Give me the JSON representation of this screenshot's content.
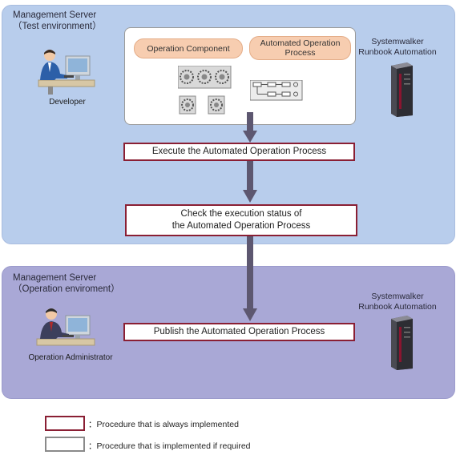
{
  "test_env": {
    "title_line1": "Management Server",
    "title_line2": "（Test environment）",
    "system_line1": "Systemwalker",
    "system_line2": "Runbook Automation",
    "role": "Developer",
    "operation_component": "Operation Component",
    "automated_operation_process_line1": "Automated Operation",
    "automated_operation_process_line2": "Process",
    "step_execute": "Execute the Automated Operation Process",
    "step_check_line1": "Check the execution status of",
    "step_check_line2": "the Automated Operation Process"
  },
  "operation_env": {
    "title_line1": "Management Server",
    "title_line2": "（Operation enviroment）",
    "system_line1": "Systemwalker",
    "system_line2": "Runbook Automation",
    "role": "Operation Administrator",
    "step_publish": "Publish the Automated Operation Process"
  },
  "legend": {
    "always": "：Procedure that is always implemented",
    "if_required": "：Procedure that is implemented if required"
  },
  "colors": {
    "test_panel": "#b8cdec",
    "operation_panel": "#a9a8d6",
    "always_border": "#8a1f34",
    "if_required_border": "#8a8a8a",
    "arrow": "#5d5770",
    "pill": "#f7cdb0"
  },
  "icons": {
    "developer": "person-at-computer-icon",
    "administrator": "person-at-computer-icon",
    "server": "server-tower-icon",
    "component": "gear-cluster-icon",
    "process": "flowchart-icon"
  }
}
